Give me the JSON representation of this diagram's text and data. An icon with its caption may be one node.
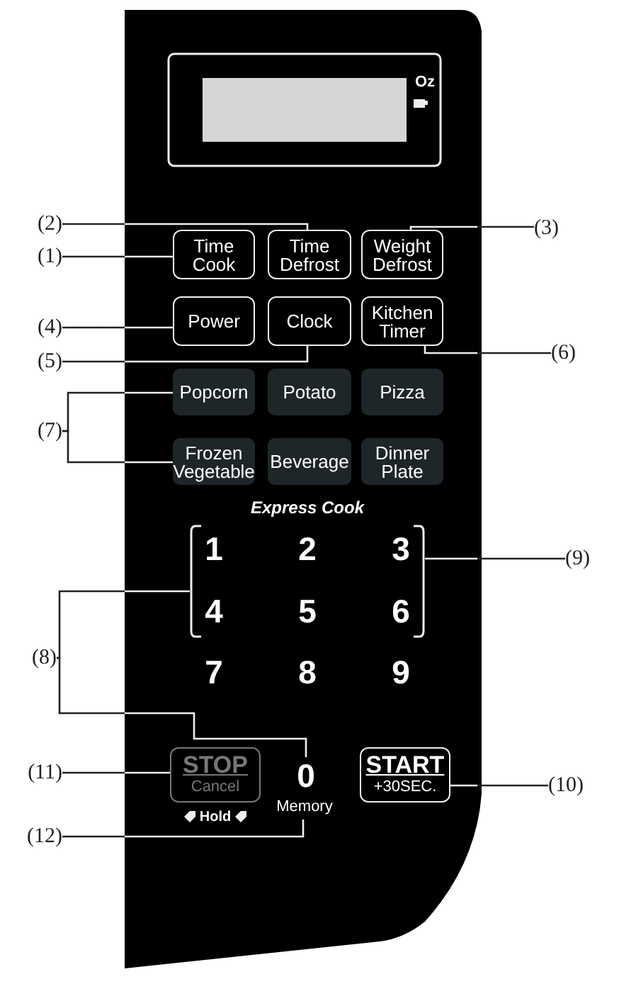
{
  "diagram": {
    "nodes": [
      {
        "text": [
          "(2)"
        ]
      },
      {
        "text": [
          "(1)"
        ]
      },
      {
        "text": [
          "Time Cook"
        ]
      },
      {
        "text": [
          "Time Defrost"
        ]
      },
      {
        "text": [
          "Weight Defrost"
        ]
      },
      {
        "text": [
          "(3)"
        ]
      },
      {
        "text": [
          "(4)"
        ]
      },
      {
        "text": [
          "Power"
        ]
      },
      {
        "text": [
          "Clock"
        ]
      },
      {
        "text": [
          "Kitchen Timer"
        ]
      },
      {
        "text": [
          "(5)"
        ]
      },
      {
        "text": [
          "(6)"
        ]
      },
      {
        "text": [
          "Popcorn"
        ]
      },
      {
        "text": [
          "Potato"
        ]
      },
      {
        "text": [
          "Pizza"
        ]
      },
      {
        "text": [
          "(7)"
        ]
      },
      {
        "text": [
          "Frozen Vegetable"
        ]
      },
      {
        "text": [
          "Beverage"
        ]
      },
      {
        "text": [
          "Dinner Plate"
        ]
      },
      {
        "text": [],
        "shape": "bracket"
      },
      {
        "text": [
          "1"
        ],
        "in": 19
      },
      {
        "text": [
          "2"
        ],
        "in": 19
      },
      {
        "text": [
          "3"
        ],
        "in": 19
      },
      {
        "text": [
          "4"
        ],
        "in": 19
      },
      {
        "text": [
          "5"
        ],
        "in": 19
      },
      {
        "text": [
          "6"
        ],
        "in": 19
      },
      {
        "text": [
          "(9)"
        ]
      },
      {
        "text": [
          "(8)"
        ]
      },
      {
        "text": [
          "7"
        ]
      },
      {
        "text": [
          "8"
        ]
      },
      {
        "text": [
          "9"
        ]
      },
      {
        "text": [
          "(11)"
        ]
      },
      {
        "text": [
          "STOP",
          "Cancel"
        ],
        "beside": [
          "Hold"
        ]
      },
      {
        "text": [
          "0"
        ]
      },
      {
        "text": [
          "START",
          "+30SEC."
        ]
      },
      {
        "text": [
          "(10)"
        ]
      },
      {
        "text": [
          "Memory"
        ]
      },
      {
        "text": [
          "(12)"
        ]
      }
    ],
    "edges": [
      {
        "from": 1,
        "to": 2,
        "arrow": "none"
      },
      {
        "from": 0,
        "to": 3,
        "arrow": "none"
      },
      {
        "from": 5,
        "to": 4,
        "arrow": "none"
      },
      {
        "from": 6,
        "to": 7,
        "arrow": "none"
      },
      {
        "from": 10,
        "to": 8,
        "arrow": "none"
      },
      {
        "from": 11,
        "to": 9,
        "arrow": "none"
      },
      {
        "from": 15,
        "to": 12,
        "arrow": "none"
      },
      {
        "from": 15,
        "to": 16,
        "arrow": "none"
      },
      {
        "from": 27,
        "to": 19,
        "arrow": "none"
      },
      {
        "from": 27,
        "to": 33,
        "arrow": "none"
      },
      {
        "from": 26,
        "to": 19,
        "arrow": "none"
      },
      {
        "from": 35,
        "to": 34,
        "arrow": "none"
      },
      {
        "from": 31,
        "to": 32,
        "arrow": "none"
      },
      {
        "from": 37,
        "to": 36,
        "arrow": "none"
      }
    ],
    "labels": [
      "Oz",
      "Express Cook"
    ]
  }
}
